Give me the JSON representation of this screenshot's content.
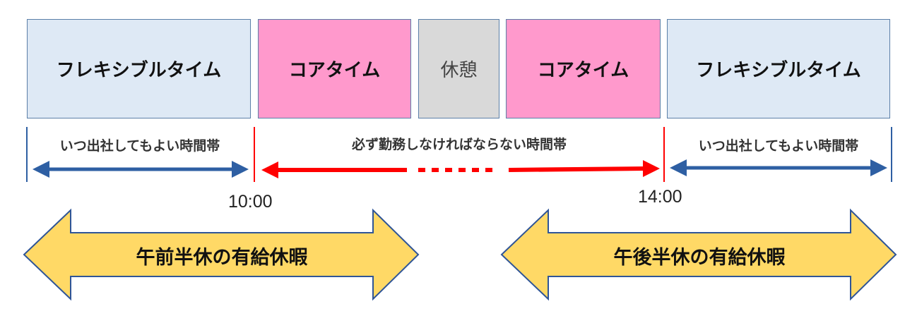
{
  "blocks": {
    "flex_left": "フレキシブルタイム",
    "core_left": "コアタイム",
    "break": "休憩",
    "core_right": "コアタイム",
    "flex_right": "フレキシブルタイム"
  },
  "ranges": {
    "left": "いつ出社してもよい時間帯",
    "center": "必ず勤務しなければならない時間帯",
    "right": "いつ出社してもよい時間帯"
  },
  "times": {
    "start": "10:00",
    "end": "14:00"
  },
  "leave": {
    "morning": "午前半休の有給休暇",
    "afternoon": "午後半休の有給休暇"
  },
  "colors": {
    "flex_fill": "#dee9f5",
    "core_fill": "#ff99cc",
    "break_fill": "#d9d9d9",
    "blue_arrow": "#2e5fa3",
    "red_arrow": "#ff0000",
    "leave_fill": "#ffd966",
    "leave_stroke": "#2f5597"
  }
}
